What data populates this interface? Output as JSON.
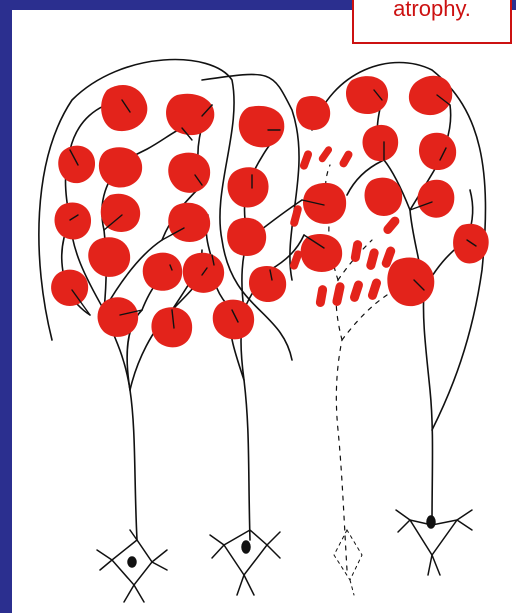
{
  "caption": {
    "text": "atrophy."
  },
  "colors": {
    "frame": "#2b2f8f",
    "muscle_fiber": "#e3231b",
    "axon": "#111111",
    "caption": "#cc1111"
  },
  "diagram": {
    "motor_units": 4,
    "healthy_units": 3,
    "degenerated_units": 1,
    "icons": [
      "muscle-fiber-icon",
      "motor-neuron-icon",
      "atrophied-fiber-icon"
    ]
  }
}
